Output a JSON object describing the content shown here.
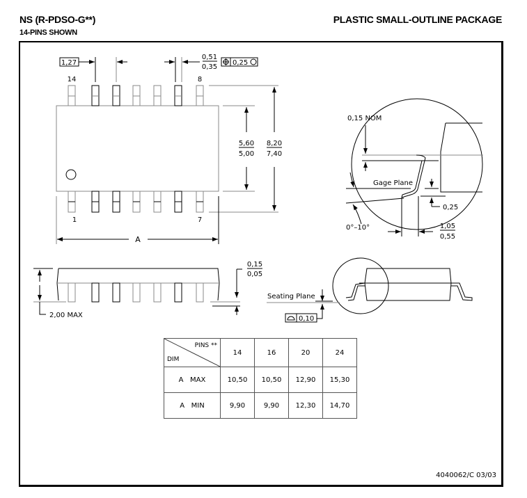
{
  "header": {
    "package_code": "NS (R-PDSO-G**)",
    "package_name": "PLASTIC SMALL-OUTLINE PACKAGE",
    "pins_shown": "14-PINS SHOWN"
  },
  "top_view": {
    "pitch": "1,27",
    "lead_width_max": "0,51",
    "lead_width_min": "0,35",
    "position_tolerance": "0,25",
    "pin_labels": {
      "top_left": "14",
      "top_right": "8",
      "bottom_left": "1",
      "bottom_right": "7"
    },
    "body_width_max": "5,60",
    "body_width_min": "5,00",
    "overall_width_max": "8,20",
    "overall_width_min": "7,40",
    "length_label": "A"
  },
  "side_view": {
    "height_label": "2,00 MAX",
    "standoff_max": "0,15",
    "standoff_min": "0,05",
    "seating_plane": "Seating Plane",
    "coplanarity": "0,10"
  },
  "detail_view": {
    "lead_thickness": "0,15 NOM",
    "gage_plane": "Gage Plane",
    "gage_offset": "0,25",
    "angle": "0°–10°",
    "foot_length_max": "1,05",
    "foot_length_min": "0,55"
  },
  "table": {
    "corner_top": "PINS **",
    "corner_bottom": "DIM",
    "columns": [
      "14",
      "16",
      "20",
      "24"
    ],
    "rows": [
      {
        "label_a": "A",
        "label_b": "MAX",
        "values": [
          "10,50",
          "10,50",
          "12,90",
          "15,30"
        ]
      },
      {
        "label_a": "A",
        "label_b": "MIN",
        "values": [
          "9,90",
          "9,90",
          "12,30",
          "14,70"
        ]
      }
    ]
  },
  "footer": {
    "doc_id": "4040062/C 03/03"
  }
}
